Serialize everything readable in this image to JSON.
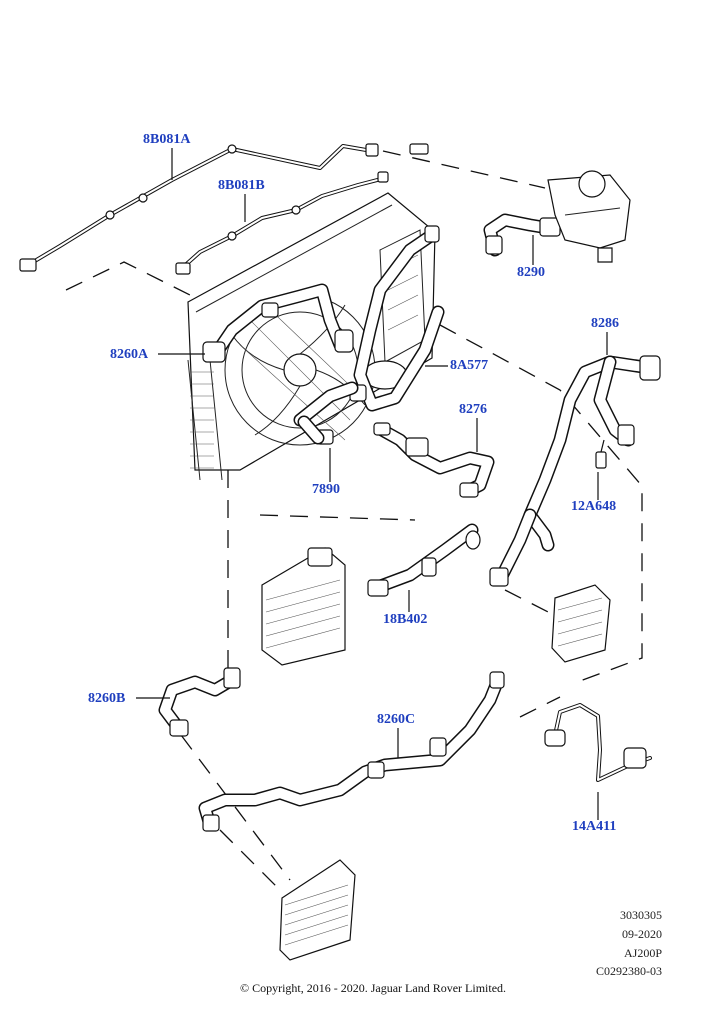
{
  "parts": {
    "p8B081A": "8B081A",
    "p8B081B": "8B081B",
    "p8290": "8290",
    "p8286": "8286",
    "p8260A": "8260A",
    "p8A577": "8A577",
    "p8276": "8276",
    "p7890": "7890",
    "p12A648": "12A648",
    "p18B402": "18B402",
    "p8260B": "8260B",
    "p8260C": "8260C",
    "p14A411": "14A411"
  },
  "meta": {
    "code": "3030305",
    "date": "09-2020",
    "model": "AJ200P",
    "ref": "C0292380-03"
  },
  "copyright": "© Copyright, 2016 - 2020. Jaguar Land Rover Limited.",
  "colors": {
    "label": "#1f3fbf",
    "line": "#111111",
    "background": "#ffffff"
  }
}
